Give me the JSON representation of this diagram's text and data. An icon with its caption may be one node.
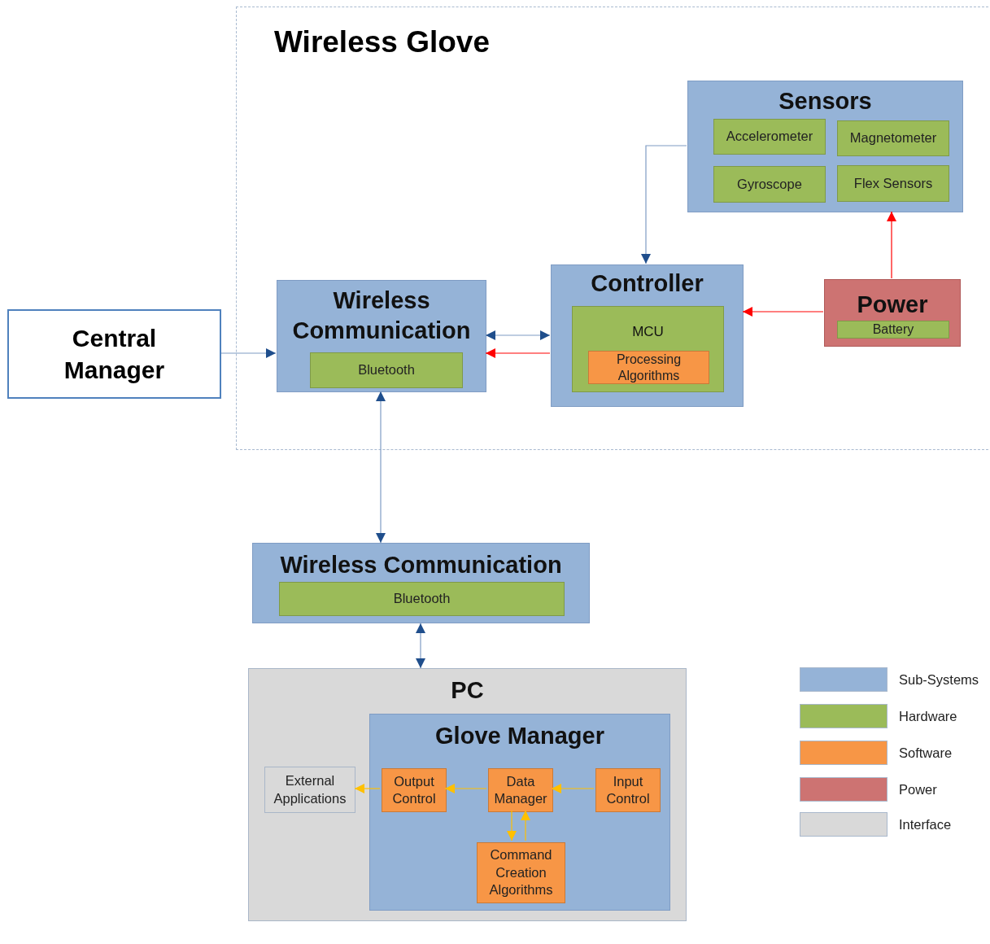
{
  "diagram": {
    "nodes": [
      {
        "text": [
          "Wireless Glove"
        ]
      },
      {
        "text": [
          "Sensors"
        ],
        "in": 0
      },
      {
        "text": [
          "Accelerometer"
        ],
        "in": 1
      },
      {
        "text": [
          "Magnetometer"
        ],
        "in": 1
      },
      {
        "text": [
          "Gyroscope"
        ],
        "in": 1
      },
      {
        "text": [
          "Flex Sensors"
        ],
        "in": 1
      },
      {
        "text": [
          "Central Manager"
        ]
      },
      {
        "text": [
          "Wireless Communication"
        ],
        "in": 0
      },
      {
        "text": [
          "Bluetooth"
        ],
        "in": 7
      },
      {
        "text": [
          "Controller"
        ],
        "in": 0
      },
      {
        "text": [
          "MCU"
        ],
        "in": 9
      },
      {
        "text": [
          "Processing Algorithms"
        ],
        "in": 10
      },
      {
        "text": [
          "Power"
        ],
        "in": 0
      },
      {
        "text": [
          "Battery"
        ],
        "in": 12
      },
      {
        "text": [
          "Wireless Communication"
        ]
      },
      {
        "text": [
          "Bluetooth"
        ],
        "in": 14
      },
      {
        "text": [
          "PC"
        ]
      },
      {
        "text": [
          "Glove Manager"
        ],
        "in": 16
      },
      {
        "text": [
          "External Applications"
        ],
        "in": 16
      },
      {
        "text": [
          "Output Control"
        ],
        "in": 17
      },
      {
        "text": [
          "Data Manager"
        ],
        "in": 17
      },
      {
        "text": [
          "Input Control"
        ],
        "in": 17
      },
      {
        "text": [
          "Command Creation Algorithms"
        ],
        "in": 17
      }
    ],
    "edges": [
      {
        "from": 1,
        "to": 9,
        "arrow": "to"
      },
      {
        "from": 12,
        "to": 1,
        "arrow": "to",
        "color": "#ff0000"
      },
      {
        "from": 12,
        "to": 9,
        "arrow": "to",
        "color": "#ff0000"
      },
      {
        "from": 7,
        "to": 9,
        "arrow": "both"
      },
      {
        "from": 9,
        "to": 7,
        "arrow": "to",
        "color": "#ff0000"
      },
      {
        "from": 6,
        "to": 7,
        "arrow": "to"
      },
      {
        "from": 7,
        "to": 14,
        "arrow": "both"
      },
      {
        "from": 14,
        "to": 16,
        "arrow": "both"
      },
      {
        "from": 21,
        "to": 20,
        "arrow": "to",
        "color": "#ffc000"
      },
      {
        "from": 20,
        "to": 19,
        "arrow": "to",
        "color": "#ffc000"
      },
      {
        "from": 19,
        "to": 18,
        "arrow": "to",
        "color": "#ffc000"
      },
      {
        "from": 20,
        "to": 22,
        "arrow": "to",
        "color": "#ffc000"
      },
      {
        "from": 22,
        "to": 20,
        "arrow": "to",
        "color": "#ffc000"
      }
    ],
    "legend": [
      {
        "text": "Sub-Systems",
        "color": "#95b3d7"
      },
      {
        "text": "Hardware",
        "color": "#9bbb59"
      },
      {
        "text": "Software",
        "color": "#f79646"
      },
      {
        "text": "Power",
        "color": "#cd7372"
      },
      {
        "text": "Interface",
        "color": "#d9d9d9"
      }
    ]
  }
}
